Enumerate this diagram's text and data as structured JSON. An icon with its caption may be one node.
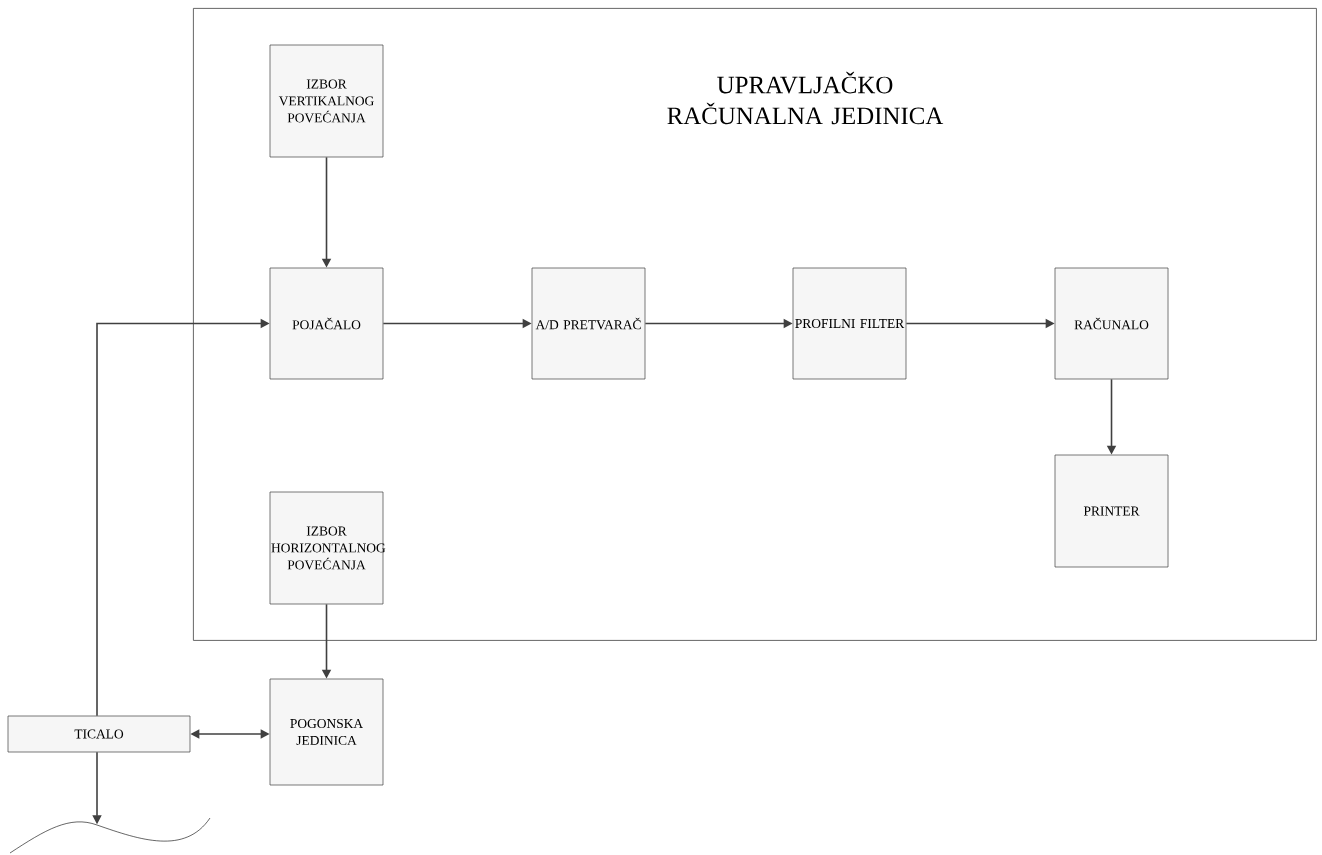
{
  "diagram": {
    "nodes": [
      {
        "text": [
          "UPRAVLJAČKO RAČUNALNA JEDINICA"
        ]
      },
      {
        "text": [
          "IZBOR VERTIKALNOG POVEĆANJA"
        ],
        "in": 0
      },
      {
        "text": [
          "POJAČALO"
        ],
        "in": 0
      },
      {
        "text": [
          "A/D PRETVARAČ"
        ],
        "in": 0
      },
      {
        "text": [
          "PROFILNI FILTER"
        ],
        "in": 0
      },
      {
        "text": [
          "RAČUNALO"
        ],
        "in": 0
      },
      {
        "text": [
          "PRINTER"
        ],
        "in": 0
      },
      {
        "text": [
          "IZBOR HORIZONTALNOG POVEĆANJA"
        ],
        "in": 0
      },
      {
        "text": [
          "POGONSKA JEDINICA"
        ]
      },
      {
        "text": [
          "TICALO"
        ]
      },
      {
        "text": [],
        "shape": "curve"
      }
    ],
    "edges": [
      {
        "from": 1,
        "to": 2,
        "arrow": "to"
      },
      {
        "from": 2,
        "to": 3,
        "arrow": "to"
      },
      {
        "from": 3,
        "to": 4,
        "arrow": "to"
      },
      {
        "from": 4,
        "to": 5,
        "arrow": "to"
      },
      {
        "from": 5,
        "to": 6,
        "arrow": "to"
      },
      {
        "from": 7,
        "to": 8,
        "arrow": "to"
      },
      {
        "from": 9,
        "to": 8,
        "arrow": "both"
      },
      {
        "from": 9,
        "to": 2,
        "arrow": "to"
      },
      {
        "from": 9,
        "to": 10,
        "arrow": "to"
      }
    ]
  }
}
